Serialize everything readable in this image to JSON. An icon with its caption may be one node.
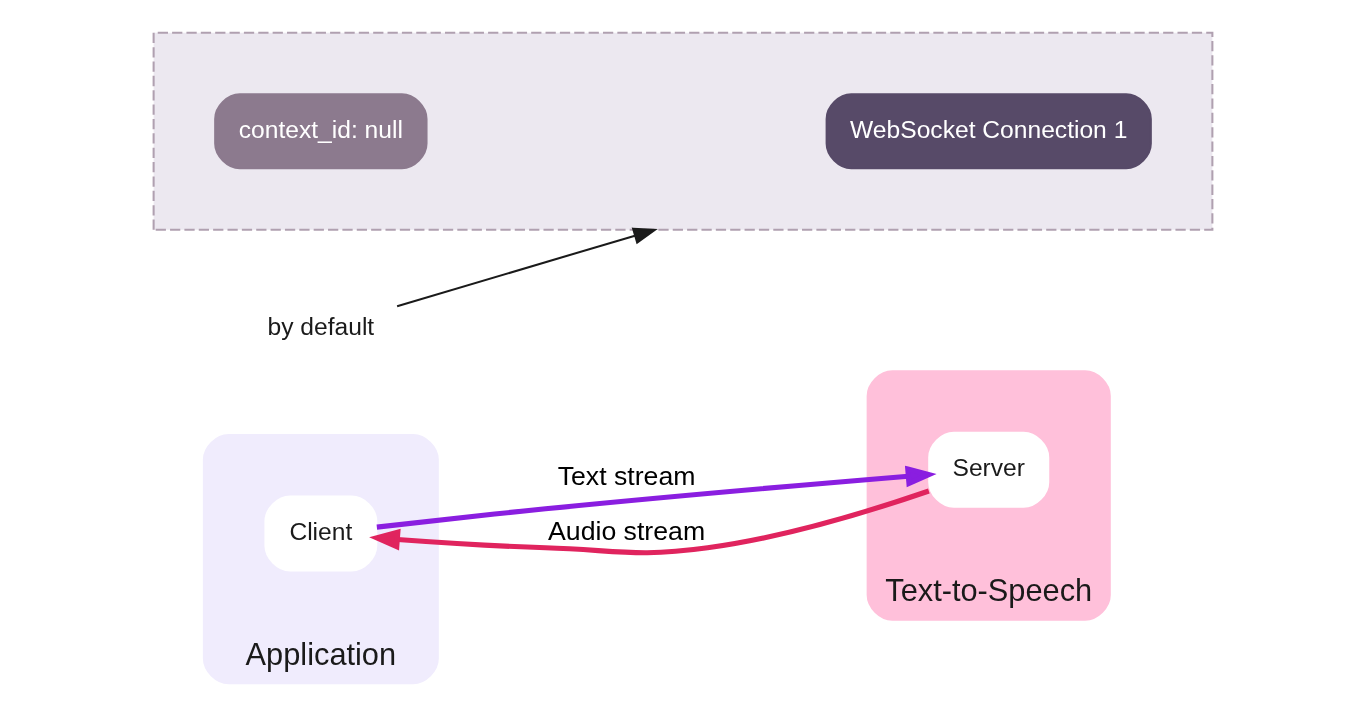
{
  "diagram": {
    "nodes": [
      {
        "text": [
          "Application"
        ]
      },
      {
        "text": [
          "Client"
        ],
        "in": 0
      },
      {
        "text": [],
        "shape": "band"
      },
      {
        "text": [
          "WebSocket Connection 1"
        ],
        "in": 2
      },
      {
        "text": [
          "context_id: null"
        ],
        "in": 2
      },
      {
        "text": [
          "Text-to-Speech"
        ]
      },
      {
        "text": [
          "Server"
        ],
        "in": 5
      },
      {
        "text": [
          "by default"
        ]
      }
    ],
    "edges": [
      {
        "from": 1,
        "to": 6,
        "arrow": "to",
        "label": "Text stream",
        "color": "#8a1ee0"
      },
      {
        "from": 6,
        "to": 1,
        "arrow": "to",
        "label": "Audio stream",
        "color": "#e0245e"
      },
      {
        "from": 7,
        "to": 2,
        "arrow": "to",
        "color": "#1a1a1a"
      }
    ]
  }
}
